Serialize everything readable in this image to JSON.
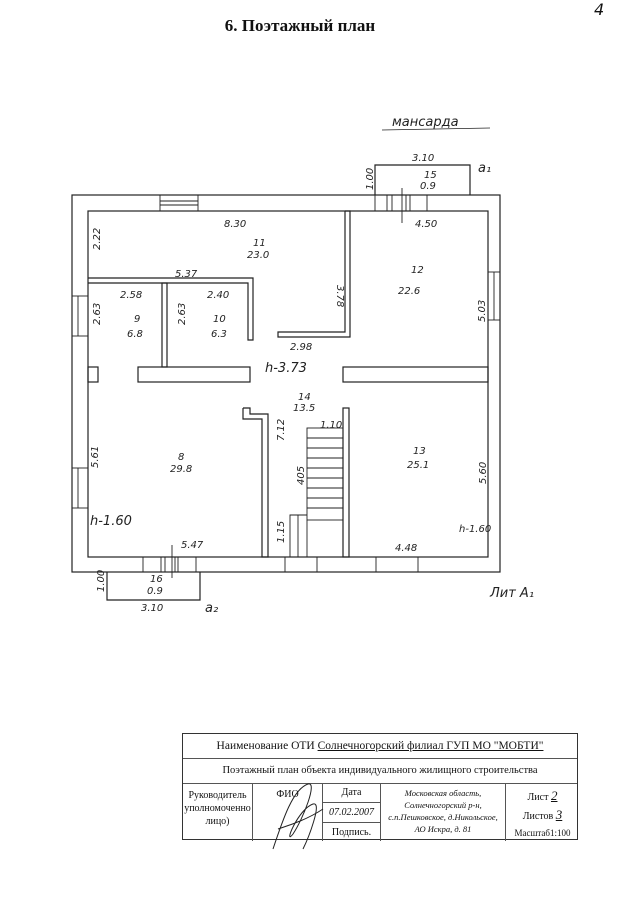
{
  "page_corner_mark": "4",
  "title": "6. Поэтажный план",
  "floor_label": "мансарда",
  "plan": {
    "litera": "Лит А₁",
    "rooms": [
      {
        "number": "8",
        "area": "29.8"
      },
      {
        "number": "9",
        "area": "6.8"
      },
      {
        "number": "10",
        "area": "6.3"
      },
      {
        "number": "11",
        "area": "23.0"
      },
      {
        "number": "12",
        "area": "22.6"
      },
      {
        "number": "13",
        "area": "25.1"
      },
      {
        "number": "14",
        "area": "13.5"
      },
      {
        "number": "15",
        "area": "0.9"
      },
      {
        "number": "16",
        "area": "0.9"
      }
    ],
    "dimensions": {
      "d_830": "8.30",
      "d_222": "2.22",
      "d_537": "5.37",
      "d_258": "2.58",
      "d_240": "2.40",
      "d_263a": "2.63",
      "d_263b": "2.63",
      "d_378": "3.78",
      "d_298": "2.98",
      "d_450": "4.50",
      "d_503": "5.03",
      "d_310a": "3.10",
      "d_100a": "1.00",
      "d_561": "5.61",
      "d_712": "7.12",
      "d_110": "1.10",
      "d_405": "405",
      "d_115": "1.15",
      "d_547": "5.47",
      "d_448": "4.48",
      "d_560": "5.60",
      "d_100b": "1.00",
      "d_310b": "3.10"
    },
    "heights": {
      "center": "h-3.73",
      "left": "h-1.60",
      "right": "h-1.60"
    },
    "annex_labels": {
      "a1": "а₁",
      "a2": "а₂"
    }
  },
  "title_block": {
    "org_label": "Наименование ОТИ",
    "org_name": "Солнечногорский филиал ГУП МО \"МОБТИ\"",
    "document": "Поэтажный план объекта индивидуального жилищного строительства",
    "responsible": "Руководитель уполномоченно лицо)",
    "fio_label": "ФИО",
    "date_label": "Дата",
    "date": "07.02.2007",
    "signature_label": "Подпись.",
    "address_line1": "Московская область,",
    "address_line2": "Солнечногорский р-н,",
    "address_line3": "с.п.Пешковское, д.Никольское,",
    "address_line4": "АО Искра, д. 81",
    "sheet_label": "Лист",
    "sheet": "2",
    "sheets_label": "Листов",
    "sheets": "3",
    "scale": "Масштаб1:100"
  }
}
